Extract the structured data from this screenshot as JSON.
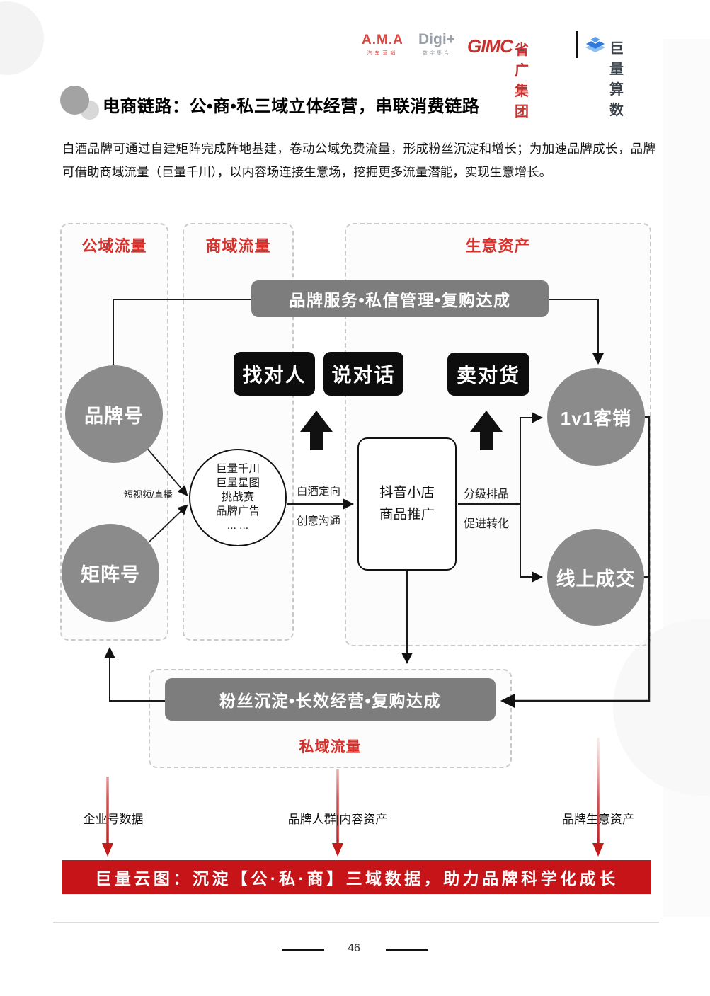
{
  "header": {
    "logo_ama": {
      "name": "A.M.A",
      "sub": "汽车营销"
    },
    "logo_digi": {
      "name": "Digi+",
      "sub": "数字集合"
    },
    "logo_gimc": {
      "name": "GIMC",
      "cn": "省广集团"
    },
    "logo_juliang": {
      "name": "巨量算数"
    }
  },
  "title": "电商链路：公•商•私三域立体经营，串联消费链路",
  "intro": "白酒品牌可通过自建矩阵完成阵地基建，卷动公域免费流量，形成粉丝沉淀和增长；为加速品牌成长，品牌可借助商域流量（巨量千川），以内容场连接生意场，挖掘更多流量潜能，实现生意增长。",
  "diagram": {
    "zones": {
      "public": "公域流量",
      "commerce": "商域流量",
      "business": "生意资产",
      "private": "私域流量"
    },
    "top_bar": "品牌服务•私信管理•复购达成",
    "bottom_bar": "粉丝沉淀•长效经营•复购达成",
    "pills": [
      "找对人",
      "说对话",
      "卖对货"
    ],
    "nodes": {
      "brand_account": "品牌号",
      "matrix_account": "矩阵号",
      "one_to_one_sales": "1v1客销",
      "online_deal": "线上成交"
    },
    "hub_lines": [
      "巨量千川",
      "巨量星图",
      "挑战赛",
      "品牌广告",
      "... ..."
    ],
    "store_box": [
      "抖音小店",
      "商品推广"
    ],
    "edge_labels": {
      "short_video_live": "短视频/直播",
      "baijiu_targeting": "白酒定向",
      "creative_comm": "创意沟通",
      "grading_products": "分级排品",
      "promote_conversion": "促进转化"
    }
  },
  "outputs": [
    "企业号数据",
    "品牌人群|内容资产",
    "品牌生意资产"
  ],
  "banner": "巨量云图：沉淀【公·私·商】三域数据，助力品牌科学化成长",
  "footer": {
    "page": "46"
  },
  "colors": {
    "accent_red": "#C61418",
    "zone_label_red": "#D9302C",
    "bar_gray": "#7D7D7D",
    "node_gray": "#8B8B8B",
    "pill_black": "#0D0D0D",
    "logo_blue": "#2E7AE0"
  }
}
